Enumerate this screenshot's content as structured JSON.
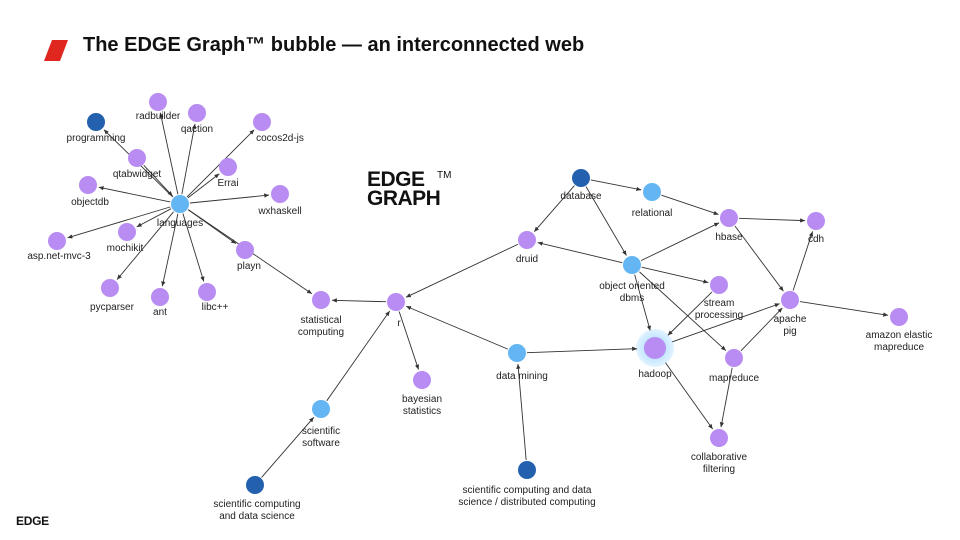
{
  "title": "The EDGE Graph™ bubble — an interconnected web",
  "logo": {
    "line1": "EDGE",
    "line2": "GRAPH",
    "tm": "TM",
    "footer": "EDGE"
  },
  "colors": {
    "dark": "#2360ad",
    "light": "#63b6f3",
    "purple": "#b88cf2",
    "accent": "#e0271f"
  },
  "nodes": [
    {
      "id": "programming",
      "label": "programming",
      "color": "dark"
    },
    {
      "id": "radbuilder",
      "label": "radbuilder",
      "color": "purple"
    },
    {
      "id": "qaction",
      "label": "qaction",
      "color": "purple"
    },
    {
      "id": "cocos2d",
      "label": "cocos2d-js",
      "color": "purple"
    },
    {
      "id": "qtabwidget",
      "label": "qtabwidget",
      "color": "purple"
    },
    {
      "id": "errai",
      "label": "Errai",
      "color": "purple"
    },
    {
      "id": "objectdb",
      "label": "objectdb",
      "color": "purple"
    },
    {
      "id": "languages",
      "label": "languages",
      "color": "light"
    },
    {
      "id": "wxhaskell",
      "label": "wxhaskell",
      "color": "purple"
    },
    {
      "id": "mochikit",
      "label": "mochikit",
      "color": "purple"
    },
    {
      "id": "aspnet",
      "label": "asp.net-mvc-3",
      "color": "purple"
    },
    {
      "id": "playn",
      "label": "playn",
      "color": "purple"
    },
    {
      "id": "pycparser",
      "label": "pycparser",
      "color": "purple"
    },
    {
      "id": "ant",
      "label": "ant",
      "color": "purple"
    },
    {
      "id": "libc",
      "label": "libc++",
      "color": "purple"
    },
    {
      "id": "statcomp",
      "label": "statistical\ncomputing",
      "color": "purple"
    },
    {
      "id": "r",
      "label": "r",
      "color": "purple"
    },
    {
      "id": "bayesian",
      "label": "bayesian\nstatistics",
      "color": "purple"
    },
    {
      "id": "scisoft",
      "label": "scientific\nsoftware",
      "color": "light"
    },
    {
      "id": "scicomp",
      "label": "scientific computing\nand data science",
      "color": "dark"
    },
    {
      "id": "database",
      "label": "database",
      "color": "dark"
    },
    {
      "id": "relational",
      "label": "relational",
      "color": "light"
    },
    {
      "id": "druid",
      "label": "druid",
      "color": "purple"
    },
    {
      "id": "hbase",
      "label": "hbase",
      "color": "purple"
    },
    {
      "id": "cdh",
      "label": "cdh",
      "color": "purple"
    },
    {
      "id": "oodbms",
      "label": "object oriented\ndbms",
      "color": "light"
    },
    {
      "id": "stream",
      "label": "stream\nprocessing",
      "color": "purple"
    },
    {
      "id": "apachepig",
      "label": "apache\npig",
      "color": "purple"
    },
    {
      "id": "amazon",
      "label": "amazon elastic\nmapreduce",
      "color": "purple"
    },
    {
      "id": "datamining",
      "label": "data mining",
      "color": "light"
    },
    {
      "id": "hadoop",
      "label": "hadoop",
      "color": "purple"
    },
    {
      "id": "mapreduce",
      "label": "mapreduce",
      "color": "purple"
    },
    {
      "id": "collab",
      "label": "collaborative\nfiltering",
      "color": "purple"
    },
    {
      "id": "scidist",
      "label": "scientific computing and data\nscience / distributed computing",
      "color": "dark"
    }
  ],
  "edges": [
    [
      "languages",
      "programming"
    ],
    [
      "qtabwidget",
      "languages"
    ],
    [
      "languages",
      "radbuilder"
    ],
    [
      "languages",
      "qaction"
    ],
    [
      "languages",
      "cocos2d"
    ],
    [
      "languages",
      "errai"
    ],
    [
      "languages",
      "objectdb"
    ],
    [
      "languages",
      "wxhaskell"
    ],
    [
      "languages",
      "mochikit"
    ],
    [
      "languages",
      "aspnet"
    ],
    [
      "languages",
      "playn"
    ],
    [
      "languages",
      "pycparser"
    ],
    [
      "languages",
      "ant"
    ],
    [
      "languages",
      "libc"
    ],
    [
      "languages",
      "statcomp"
    ],
    [
      "r",
      "statcomp"
    ],
    [
      "r",
      "bayesian"
    ],
    [
      "scisoft",
      "r"
    ],
    [
      "scicomp",
      "scisoft"
    ],
    [
      "druid",
      "r"
    ],
    [
      "datamining",
      "r"
    ],
    [
      "scidist",
      "datamining"
    ],
    [
      "datamining",
      "hadoop"
    ],
    [
      "database",
      "relational"
    ],
    [
      "database",
      "druid"
    ],
    [
      "database",
      "oodbms"
    ],
    [
      "relational",
      "hbase"
    ],
    [
      "hbase",
      "cdh"
    ],
    [
      "hbase",
      "apachepig"
    ],
    [
      "oodbms",
      "druid"
    ],
    [
      "oodbms",
      "hbase"
    ],
    [
      "oodbms",
      "stream"
    ],
    [
      "oodbms",
      "hadoop"
    ],
    [
      "oodbms",
      "mapreduce"
    ],
    [
      "stream",
      "hadoop"
    ],
    [
      "apachepig",
      "cdh"
    ],
    [
      "apachepig",
      "amazon"
    ],
    [
      "hadoop",
      "apachepig"
    ],
    [
      "hadoop",
      "collab"
    ],
    [
      "mapreduce",
      "apachepig"
    ],
    [
      "mapreduce",
      "collab"
    ]
  ]
}
